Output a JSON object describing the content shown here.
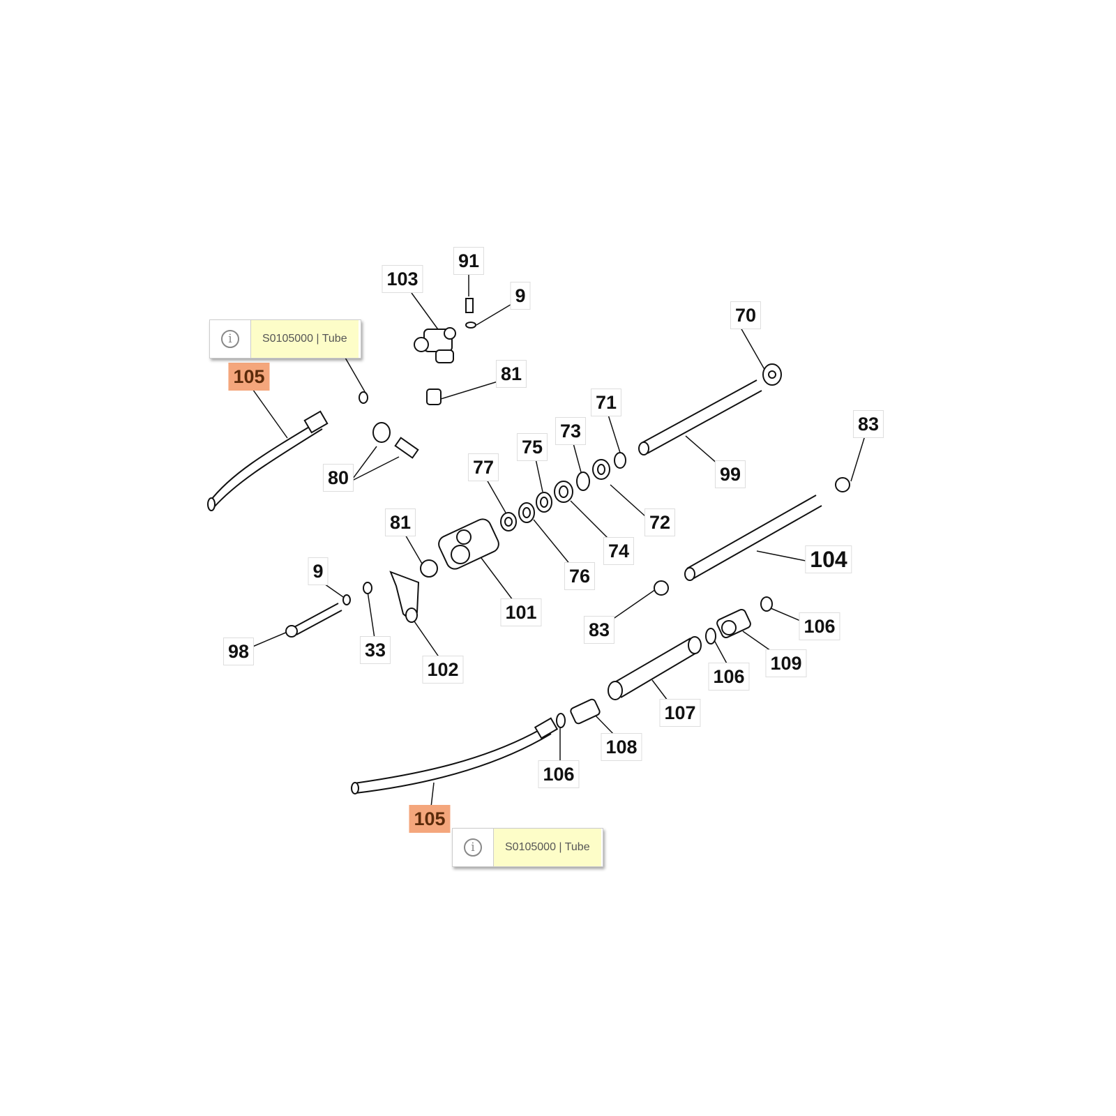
{
  "callouts": [
    {
      "text": "91"
    },
    {
      "text": "103"
    },
    {
      "text": "9"
    },
    {
      "text": "70"
    },
    {
      "text": "105",
      "highlighted": true
    },
    {
      "text": "81"
    },
    {
      "text": "71"
    },
    {
      "text": "83"
    },
    {
      "text": "73"
    },
    {
      "text": "75"
    },
    {
      "text": "77"
    },
    {
      "text": "99"
    },
    {
      "text": "80"
    },
    {
      "text": "72"
    },
    {
      "text": "81"
    },
    {
      "text": "74"
    },
    {
      "text": "104"
    },
    {
      "text": "9"
    },
    {
      "text": "76"
    },
    {
      "text": "101"
    },
    {
      "text": "83"
    },
    {
      "text": "106"
    },
    {
      "text": "33"
    },
    {
      "text": "98"
    },
    {
      "text": "102"
    },
    {
      "text": "109"
    },
    {
      "text": "106"
    },
    {
      "text": "107"
    },
    {
      "text": "108"
    },
    {
      "text": "106"
    },
    {
      "text": "105",
      "highlighted": true
    }
  ],
  "tooltips": [
    {
      "icon": "info-icon",
      "text": "S0105000 | Tube"
    },
    {
      "icon": "info-icon",
      "text": "S0105000 | Tube"
    }
  ],
  "colors": {
    "highlight": "#f4a67c",
    "tooltip_bg": "#fdfdc8"
  }
}
